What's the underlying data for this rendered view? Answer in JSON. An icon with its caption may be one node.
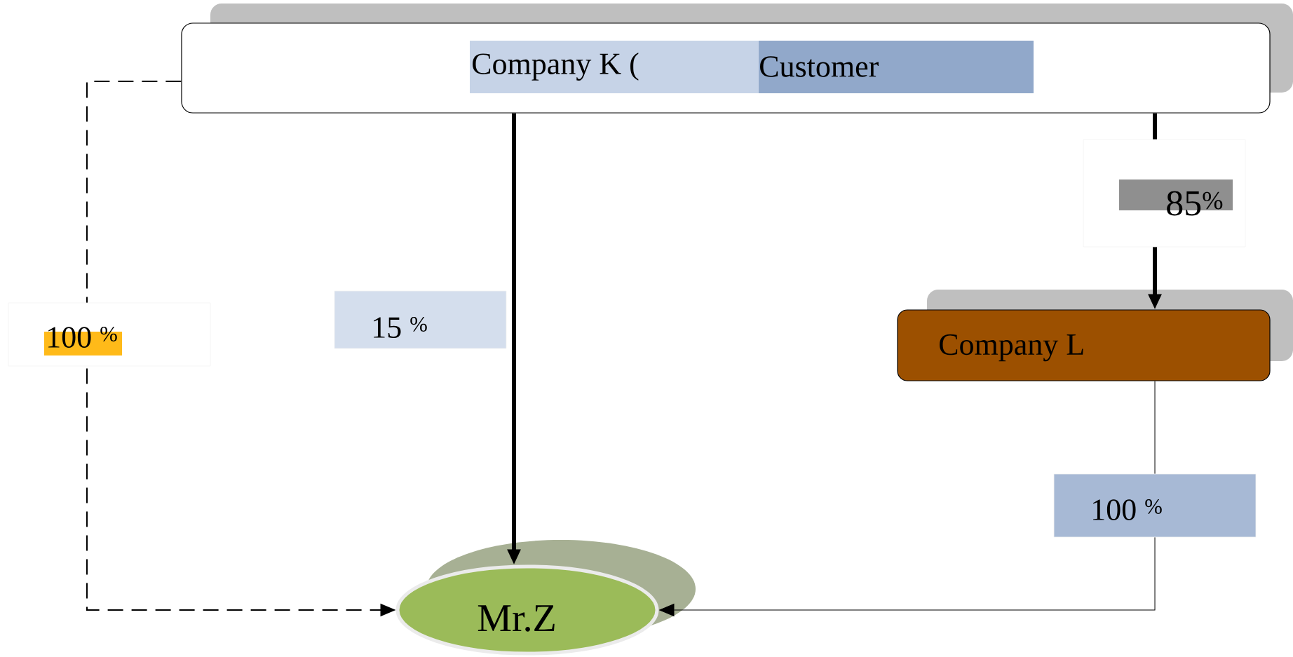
{
  "diagram": {
    "nodes": [
      {
        "text": [
          "Company K (",
          "Customer"
        ]
      },
      {
        "text": [
          "Company L"
        ]
      },
      {
        "text": [
          "Mr.Z"
        ]
      }
    ],
    "edges": [
      {
        "from": 0,
        "to": 2,
        "arrow": "to",
        "style": "dashed",
        "label": "100 $^{%}$"
      },
      {
        "from": 0,
        "to": 2,
        "arrow": "to",
        "style": "thick",
        "label": "15 $^{%}$"
      },
      {
        "from": 0,
        "to": 1,
        "arrow": "to",
        "style": "thick",
        "label": "85$^{%}$"
      },
      {
        "from": 1,
        "to": 2,
        "arrow": "to",
        "label": "100 $^{%}$"
      }
    ]
  }
}
